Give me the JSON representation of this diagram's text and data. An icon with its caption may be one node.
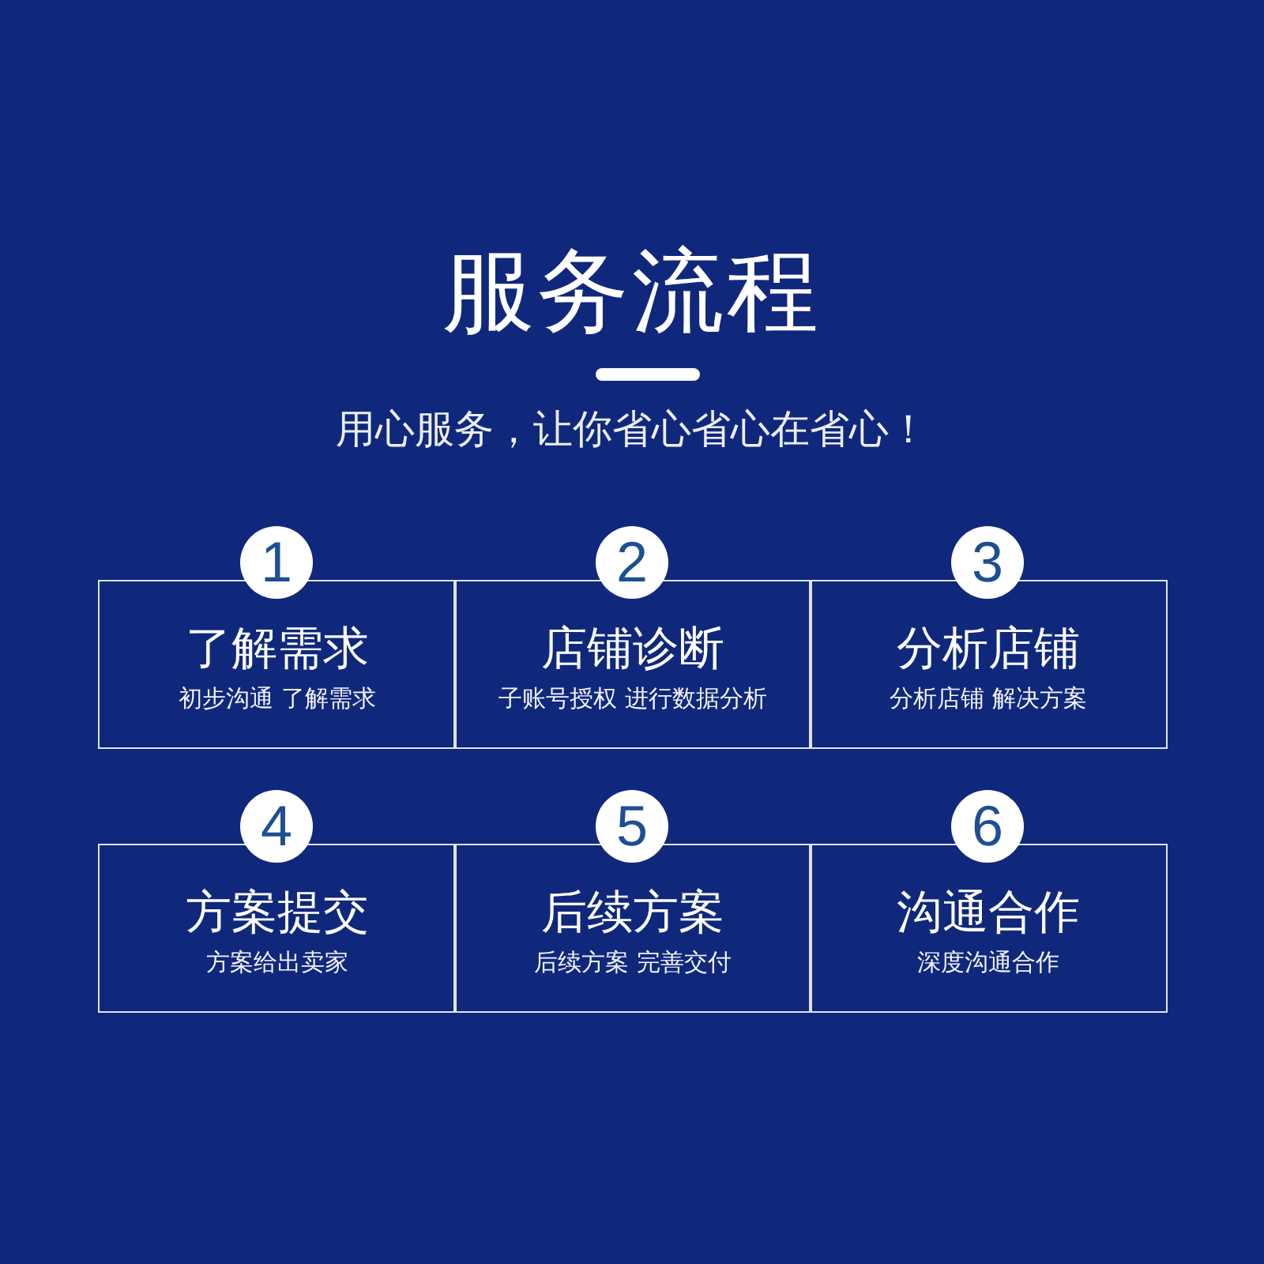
{
  "diagram": {
    "title": "服务流程",
    "nodes": [
      {
        "text": [
          "1",
          "了解需求",
          "初步沟通 了解需求"
        ]
      },
      {
        "text": [
          "2",
          "店铺诊断",
          "子账号授权 进行数据分析"
        ]
      },
      {
        "text": [
          "3",
          "分析店铺",
          "分析店铺 解决方案"
        ]
      },
      {
        "text": [
          "4",
          "方案提交",
          "方案给出卖家"
        ]
      },
      {
        "text": [
          "5",
          "后续方案",
          "后续方案 完善交付"
        ]
      },
      {
        "text": [
          "6",
          "沟通合作",
          "深度沟通合作"
        ]
      }
    ],
    "labels": [
      "用心服务，让你省心省心在省心！"
    ]
  }
}
